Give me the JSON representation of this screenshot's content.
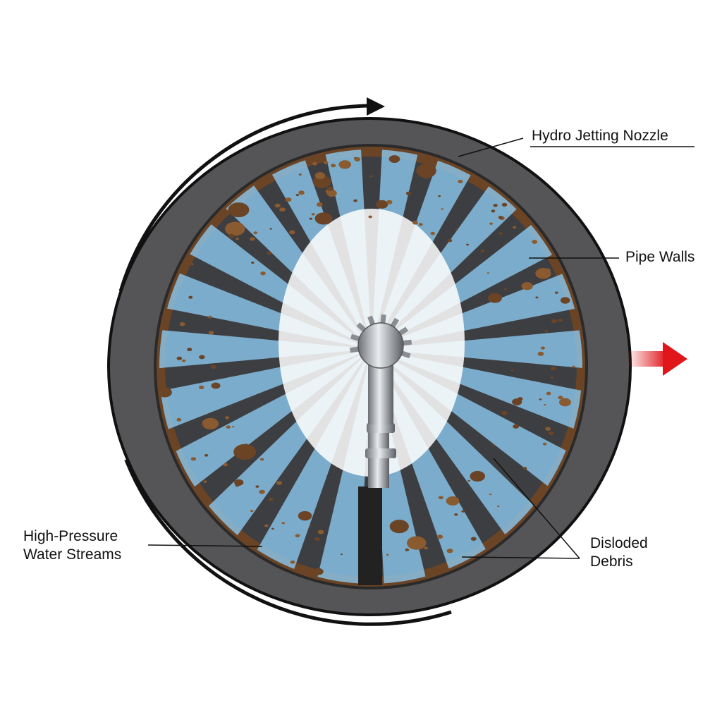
{
  "labels": {
    "nozzle": "Hydro Jetting Nozzle",
    "pipe_walls": "Pipe Walls",
    "streams_line1": "High-Pressure",
    "streams_line2": "Water Streams",
    "debris_line1": "Disloded",
    "debris_line2": "Debris"
  },
  "colors": {
    "pipe": "#555558",
    "deposit": "#7a4f2a",
    "water": "#8cc8ee",
    "flow_arrow": "#e0161b"
  },
  "icons": {
    "rotation": "curved-arrow-icon",
    "flow": "right-arrow-icon"
  }
}
